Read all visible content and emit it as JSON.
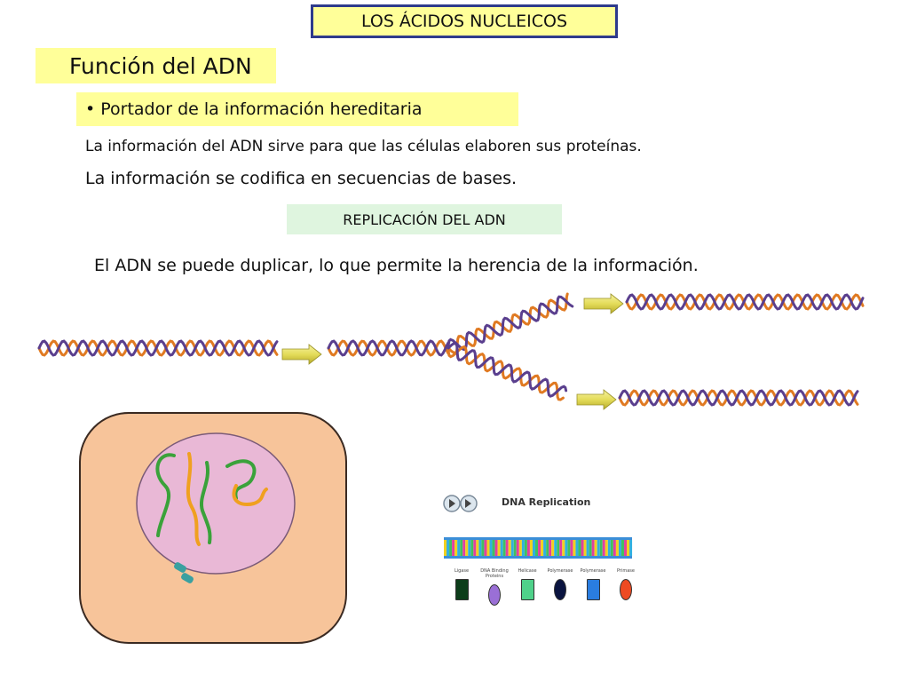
{
  "header": {
    "title": "LOS ÁCIDOS NUCLEICOS"
  },
  "section": {
    "title": "Función del ADN"
  },
  "bullet": {
    "text": "• Portador de la información hereditaria"
  },
  "body": {
    "line1": "La información del ADN sirve para que las células elaboren sus proteínas.",
    "line2": "La información se codifica en secuencias de bases."
  },
  "replication": {
    "label": "REPLICACIÓN DEL ADN",
    "caption": "El ADN se puede duplicar, lo que permite la herencia de la información."
  },
  "animation": {
    "title": "DNA Replication",
    "legend": [
      {
        "label": "Ligase",
        "color": "#0d3d1a"
      },
      {
        "label": "DNA Binding Proteins",
        "color": "#9a6fd6"
      },
      {
        "label": "Helicase",
        "color": "#4fd18a"
      },
      {
        "label": "Polymerase",
        "color": "#0a1440"
      },
      {
        "label": "Polymerase",
        "color": "#2a7de0"
      },
      {
        "label": "Primase",
        "color": "#ee4a22"
      }
    ]
  },
  "colors": {
    "yellow_box": "#ffff99",
    "header_border": "#2e3a8c",
    "green_box": "#dff5df",
    "dna_orange": "#e07a22",
    "dna_purple": "#5a3f8e",
    "arrow_yellow": "#e4dc5a",
    "cell_fill": "#f7c49a",
    "nucleus_fill": "#e9b8d6"
  }
}
